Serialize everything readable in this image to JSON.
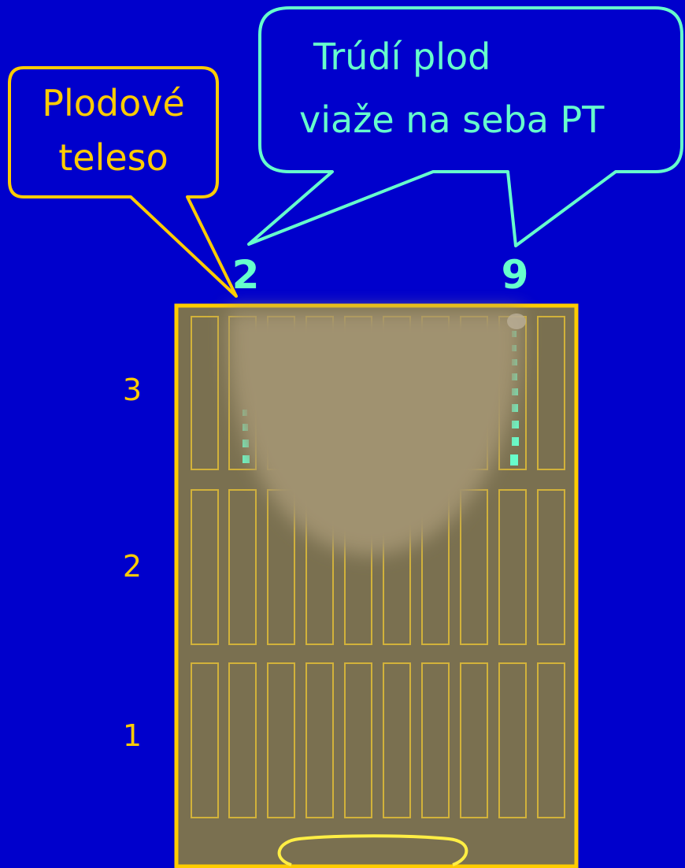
{
  "callouts": {
    "fruiting_body": {
      "line1": "Plodové",
      "line2": "teleso"
    },
    "hyphae": {
      "line1": "Trúdí plod",
      "line2": "viaže na seba PT"
    }
  },
  "column_labels": [
    "2",
    "9"
  ],
  "row_labels": [
    "3",
    "2",
    "1"
  ],
  "colors": {
    "background": "#0000cc",
    "callout_orange": "#ffcc00",
    "callout_teal": "#66ffcc",
    "panel_fill": "#7a7050",
    "panel_border": "#ffcc00",
    "cell_border": "#d2b23a",
    "blob": "#a09270"
  },
  "icons": {
    "tray": "drip-tray-icon"
  }
}
